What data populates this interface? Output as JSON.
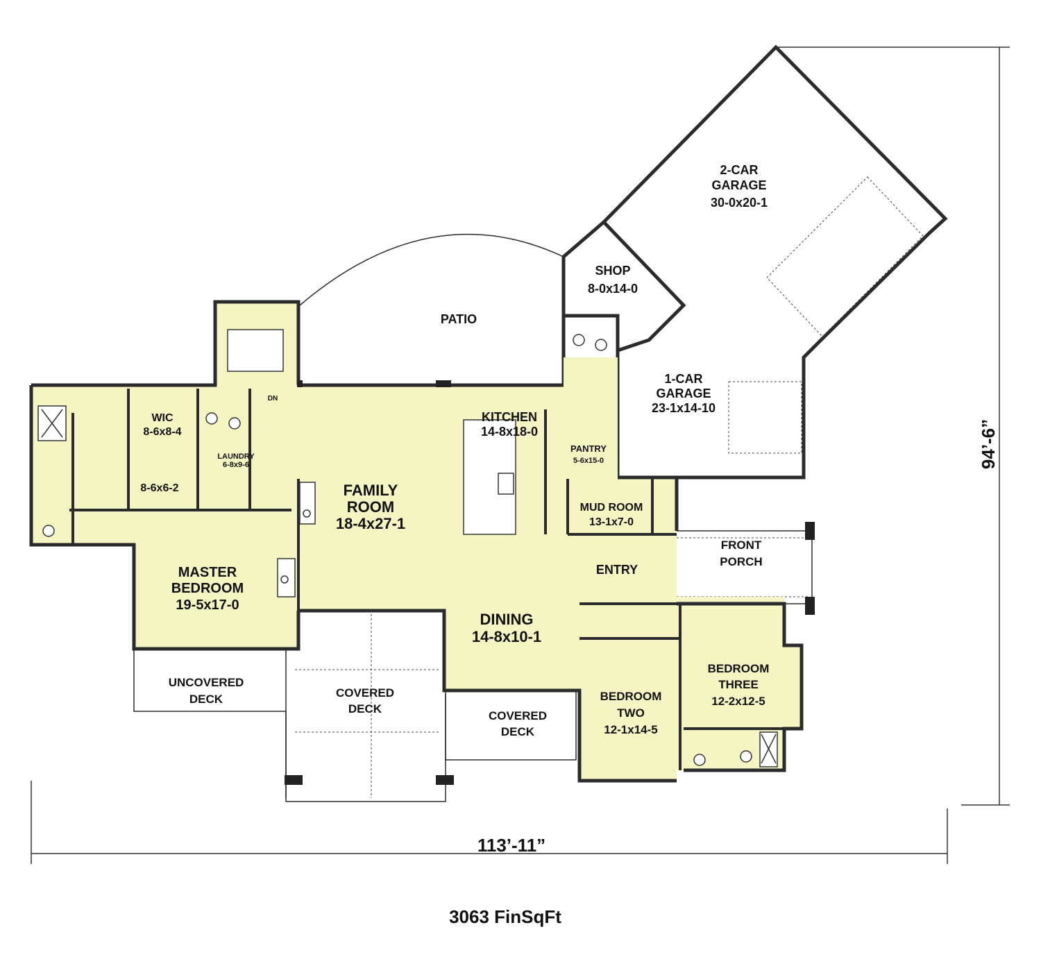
{
  "colors": {
    "room_fill": "#f5f5c4",
    "wall": "#2b2b2b",
    "background": "#ffffff"
  },
  "rooms": {
    "garage2": {
      "name1": "2-CAR",
      "name2": "GARAGE",
      "dims": "30-0x20-1"
    },
    "shop": {
      "name": "SHOP",
      "dims": "8-0x14-0"
    },
    "patio": {
      "name": "PATIO"
    },
    "garage1": {
      "name1": "1-CAR",
      "name2": "GARAGE",
      "dims": "23-1x14-10"
    },
    "wic": {
      "name": "WIC",
      "dims": "8-6x8-4"
    },
    "closet2": {
      "dims": "8-6x6-2"
    },
    "laundry": {
      "name": "LAUNDRY",
      "dims": "6-8x9-6"
    },
    "dn": {
      "label": "DN"
    },
    "kitchen": {
      "name": "KITCHEN",
      "dims": "14-8x18-0"
    },
    "pantry": {
      "name": "PANTRY",
      "dims": "5-6x15-0"
    },
    "family": {
      "name1": "FAMILY",
      "name2": "ROOM",
      "dims": "18-4x27-1"
    },
    "mudroom": {
      "name": "MUD ROOM",
      "dims": "13-1x7-0"
    },
    "front_porch": {
      "name1": "FRONT",
      "name2": "PORCH"
    },
    "entry": {
      "name": "ENTRY"
    },
    "master": {
      "name1": "MASTER",
      "name2": "BEDROOM",
      "dims": "19-5x17-0"
    },
    "dining": {
      "name": "DINING",
      "dims": "14-8x10-1"
    },
    "bed3": {
      "name1": "BEDROOM",
      "name2": "THREE",
      "dims": "12-2x12-5"
    },
    "uncovered_deck": {
      "name1": "UNCOVERED",
      "name2": "DECK"
    },
    "covered_deck_1": {
      "name1": "COVERED",
      "name2": "DECK"
    },
    "covered_deck_2": {
      "name1": "COVERED",
      "name2": "DECK"
    },
    "bed2": {
      "name1": "BEDROOM",
      "name2": "TWO",
      "dims": "12-1x14-5"
    }
  },
  "dimensions": {
    "width": "113’-11”",
    "depth": "94’-6”"
  },
  "area": "3063 FinSqFt"
}
